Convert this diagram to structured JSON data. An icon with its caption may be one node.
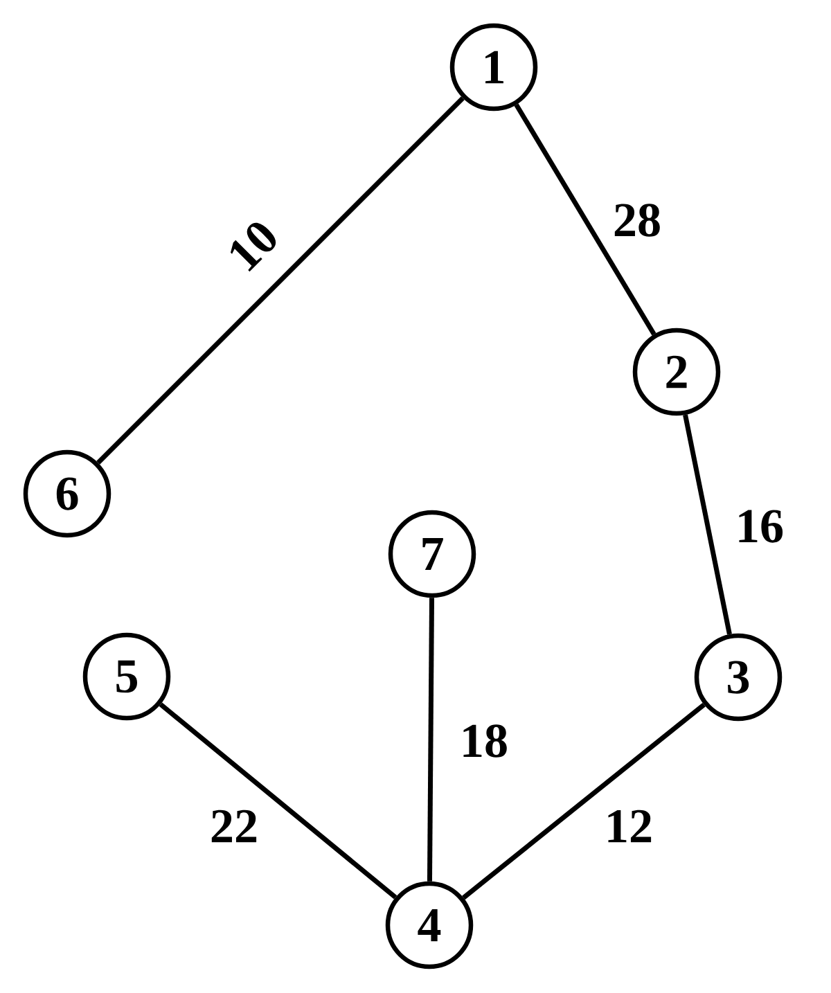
{
  "diagram": {
    "nodes": [
      {
        "text": [
          "1"
        ]
      },
      {
        "text": [
          "2"
        ]
      },
      {
        "text": [
          "3"
        ]
      },
      {
        "text": [
          "4"
        ]
      },
      {
        "text": [
          "5"
        ]
      },
      {
        "text": [
          "6"
        ]
      },
      {
        "text": [
          "7"
        ]
      }
    ],
    "edges": [
      {
        "from": 0,
        "to": 5,
        "arrow": "none",
        "label": "10"
      },
      {
        "from": 0,
        "to": 1,
        "arrow": "none",
        "label": "28"
      },
      {
        "from": 1,
        "to": 2,
        "arrow": "none",
        "label": "16"
      },
      {
        "from": 2,
        "to": 3,
        "arrow": "none",
        "label": "12"
      },
      {
        "from": 4,
        "to": 3,
        "arrow": "none",
        "label": "22"
      },
      {
        "from": 6,
        "to": 3,
        "arrow": "none",
        "label": "18"
      }
    ]
  }
}
